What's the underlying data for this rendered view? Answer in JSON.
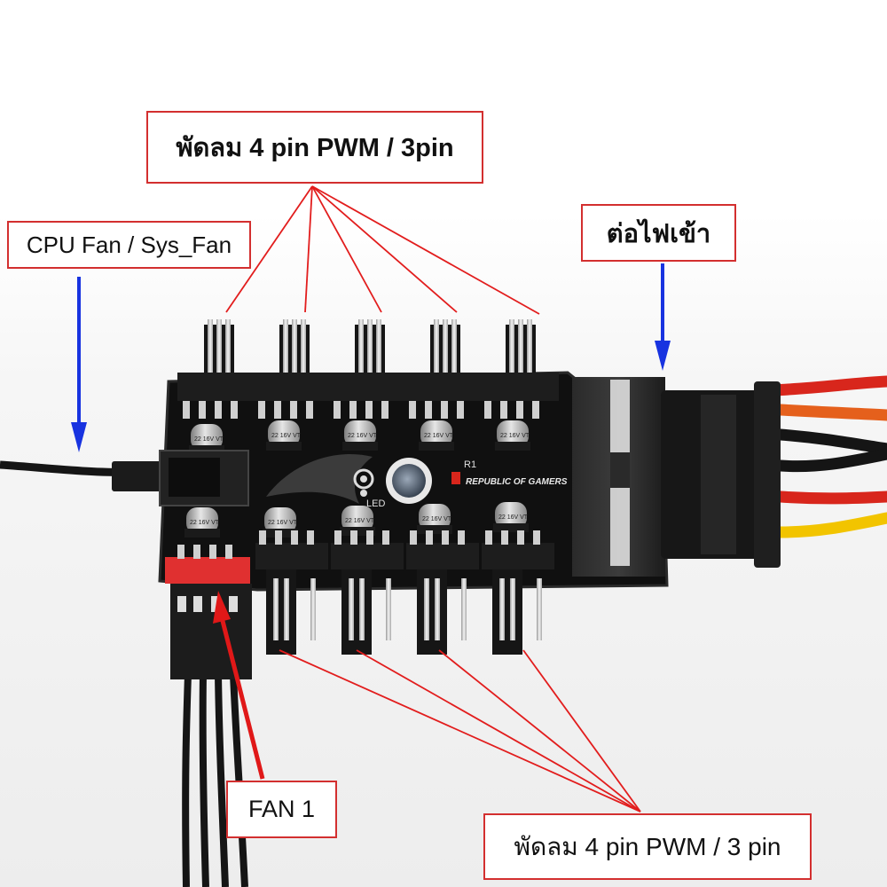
{
  "labels": {
    "top": "พัดลม 4 pin PWM / 3pin",
    "cpu": "CPU Fan / Sys_Fan",
    "power": "ต่อไฟเข้า",
    "fan1": "FAN 1",
    "bottom": "พัดลม 4 pin PWM / 3 pin"
  },
  "board_text": {
    "brand": "REPUBLIC OF GAMERS",
    "r1": "R1",
    "led": "LED",
    "cap": "22 16V VT"
  },
  "colors": {
    "annotation_line": "#e21d1d",
    "arrow_blue": "#1833e0",
    "arrow_red": "#e01818",
    "board": "#141414",
    "wire_red": "#d8261c",
    "wire_yellow": "#f2c400",
    "wire_black": "#151515",
    "wire_orange": "#e5601c"
  }
}
